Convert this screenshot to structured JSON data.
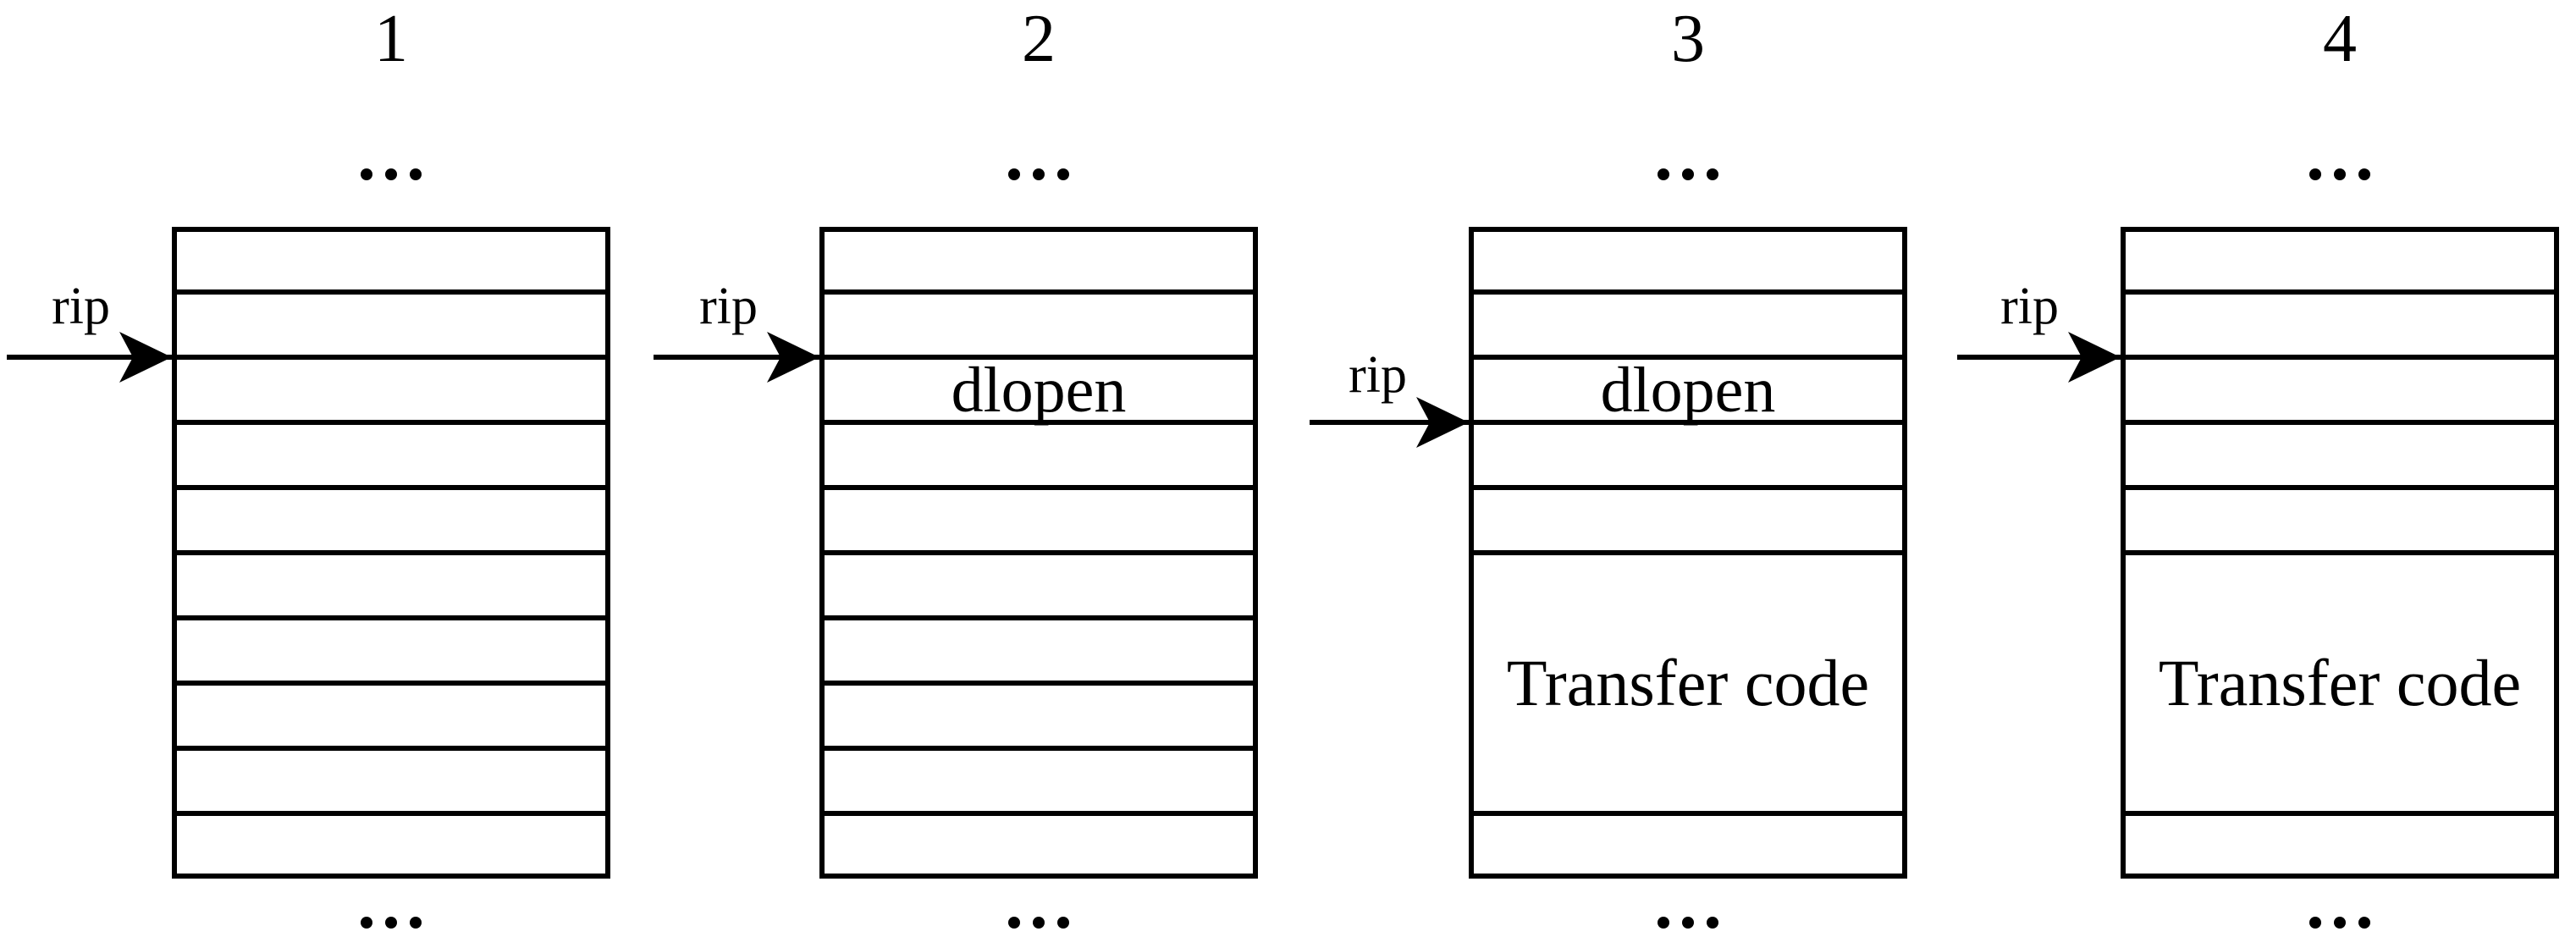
{
  "figure": {
    "background_color": "#ffffff",
    "ink_color": "#000000",
    "register_label": "rip",
    "ellipsis": "...",
    "panels": [
      {
        "number": "1"
      },
      {
        "number": "2",
        "gadget_label": "dlopen"
      },
      {
        "number": "3",
        "gadget_label": "dlopen",
        "payload_label": "Transfer code"
      },
      {
        "number": "4",
        "payload_label": "Transfer code"
      }
    ]
  }
}
